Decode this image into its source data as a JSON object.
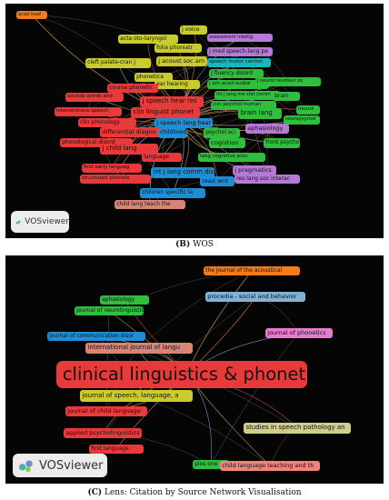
{
  "panel_b": {
    "caption_label": "(B)",
    "caption_text": " WOS",
    "badge_text": "VOSviewer",
    "nodes": [
      {
        "label": "acad med",
        "color": "#f07c1d"
      },
      {
        "label": "j voice",
        "color": "#c9cc2c"
      },
      {
        "label": "acta oto-laryngol",
        "color": "#c9cc2c"
      },
      {
        "label": "folia phoniatr",
        "color": "#c9cc2c"
      },
      {
        "label": "assessment intellig",
        "color": "#b57ad6"
      },
      {
        "label": "j med speech-lang pa",
        "color": "#b57ad6"
      },
      {
        "label": "cleft palate-cran j",
        "color": "#c9cc2c"
      },
      {
        "label": "j acoust soc am",
        "color": "#c9cc2c"
      },
      {
        "label": "speech motor control",
        "color": "#16b8bd"
      },
      {
        "label": "phonetica",
        "color": "#c9cc2c"
      },
      {
        "label": "j fluency disord",
        "color": "#2fbf3d"
      },
      {
        "label": "ear hearing",
        "color": "#c9cc2c"
      },
      {
        "label": "j am acad audiol",
        "color": "#2fbf3d"
      },
      {
        "label": "j neurol neurosur ps",
        "color": "#2fbf3d"
      },
      {
        "label": "course phonetic",
        "color": "#e83a3a"
      },
      {
        "label": "sounds words and",
        "color": "#e83a3a"
      },
      {
        "label": "int j lang me stat comm",
        "color": "#2fbf3d"
      },
      {
        "label": "brain",
        "color": "#2fbf3d"
      },
      {
        "label": "j speech hear res",
        "color": "#e83a3a"
      },
      {
        "label": "clin psychol human",
        "color": "#2fbf3d"
      },
      {
        "label": "neurol",
        "color": "#2fbf3d"
      },
      {
        "label": "interventions speech",
        "color": "#e83a3a"
      },
      {
        "label": "clin linguist phonet",
        "color": "#e83a3a"
      },
      {
        "label": "brain lang",
        "color": "#2fbf3d"
      },
      {
        "label": "neuropsychol",
        "color": "#2fbf3d"
      },
      {
        "label": "clin phonology",
        "color": "#e83a3a"
      },
      {
        "label": "j speech lang hear",
        "color": "#1e8fd6"
      },
      {
        "label": "aphasiology",
        "color": "#b57ad6"
      },
      {
        "label": "differential diagno",
        "color": "#e83a3a"
      },
      {
        "label": "childhood",
        "color": "#1e8fd6"
      },
      {
        "label": "psychol sci",
        "color": "#2fbf3d"
      },
      {
        "label": "phonological disord",
        "color": "#e83a3a"
      },
      {
        "label": "cognition",
        "color": "#2fbf3d"
      },
      {
        "label": "front psychol",
        "color": "#2fbf3d"
      },
      {
        "label": "j child lang",
        "color": "#e83a3a"
      },
      {
        "label": "language",
        "color": "#e83a3a"
      },
      {
        "label": "lang cognitive proc",
        "color": "#2fbf3d"
      },
      {
        "label": "int j lang comm dis",
        "color": "#1e8fd6"
      },
      {
        "label": "first early languag",
        "color": "#e83a3a"
      },
      {
        "label": "j pragmatics",
        "color": "#b57ad6"
      },
      {
        "label": "structured phonolo",
        "color": "#e83a3a"
      },
      {
        "label": "read writ",
        "color": "#1e8fd6"
      },
      {
        "label": "res lang soc interac",
        "color": "#b57ad6"
      },
      {
        "label": "children specific la",
        "color": "#1e8fd6"
      },
      {
        "label": "child lang teach the",
        "color": "#d98576"
      }
    ]
  },
  "panel_c": {
    "caption_label": "(C)",
    "caption_text": " Lens: Citation by Source Network Visualisation",
    "badge_text": "VOSviewer",
    "nodes": [
      {
        "label": "the journal of the acoustical",
        "color": "#f07c1d"
      },
      {
        "label": "procedia - social and behavior",
        "color": "#7fb2d6"
      },
      {
        "label": "aphasiology",
        "color": "#2fbf3d"
      },
      {
        "label": "journal of neurolinguistics",
        "color": "#2fbf3d"
      },
      {
        "label": "journal of phonetics",
        "color": "#e87bd0"
      },
      {
        "label": "journal of communication disor",
        "color": "#1e8fd6"
      },
      {
        "label": "international journal of langu",
        "color": "#d98576"
      },
      {
        "label": "clinical linguistics & phoneti",
        "color": "#e83a3a"
      },
      {
        "label": "journal of speech, language, a",
        "color": "#c9cc2c"
      },
      {
        "label": "journal of child language",
        "color": "#e83a3a"
      },
      {
        "label": "applied psycholinguistics",
        "color": "#e83a3a"
      },
      {
        "label": "studies in speech pathology an",
        "color": "#cfcf8a"
      },
      {
        "label": "first language",
        "color": "#e83a3a"
      },
      {
        "label": "plos one",
        "color": "#2fbf3d"
      },
      {
        "label": "child language teaching and th",
        "color": "#f0837a"
      }
    ]
  }
}
